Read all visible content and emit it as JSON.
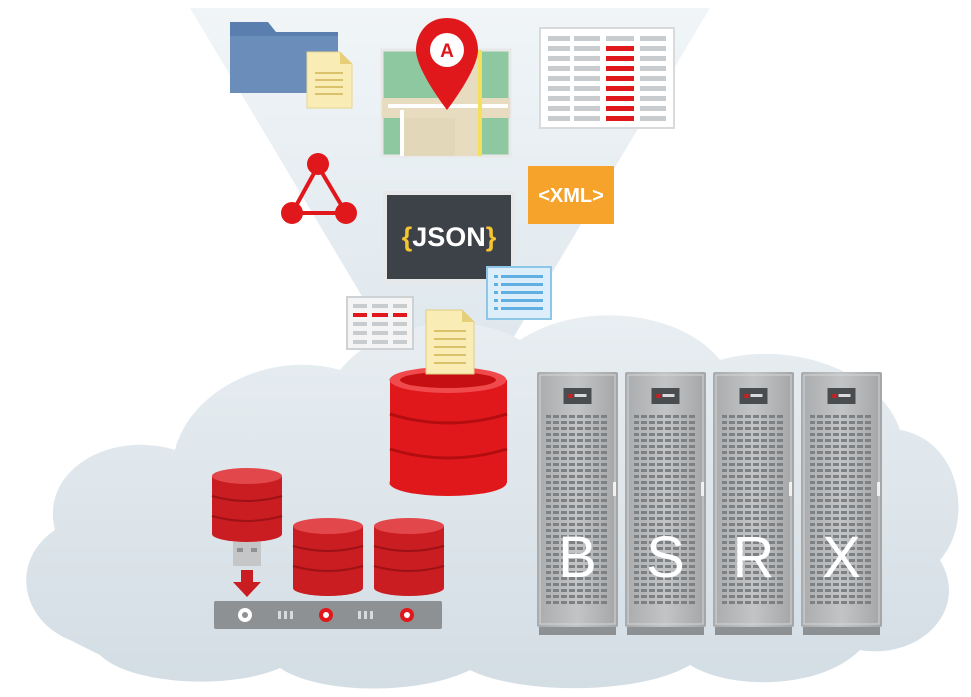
{
  "labels": {
    "json_open_brace": "{",
    "json_text": "JSON",
    "json_close_brace": "}",
    "xml": "<XML>",
    "map_marker": "A"
  },
  "server_racks": [
    {
      "letter": "B"
    },
    {
      "letter": "S"
    },
    {
      "letter": "R"
    },
    {
      "letter": "X"
    }
  ],
  "colors": {
    "cloud": "#dfe6ec",
    "oracle_red": "#e0171b",
    "rack_gray": "#b4b6b8",
    "folder_blue": "#5a7fae",
    "xml_orange": "#f5a32a",
    "json_dark": "#3c4247",
    "json_yellow": "#f5c531"
  }
}
